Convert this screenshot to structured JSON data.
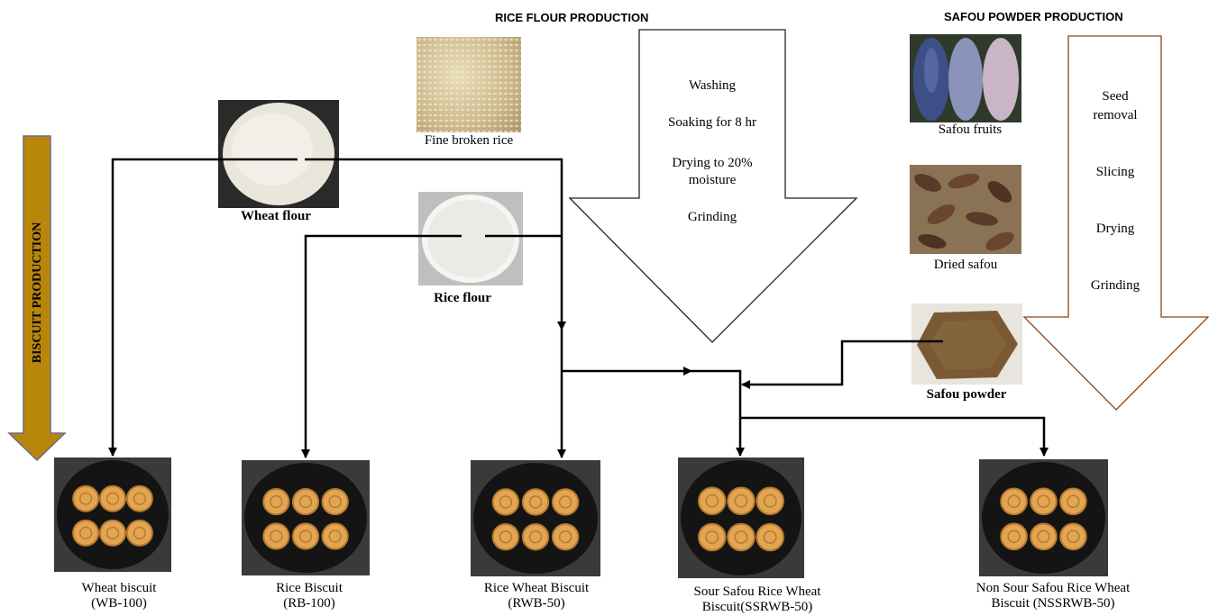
{
  "headers": {
    "rice_flour": "RICE FLOUR PRODUCTION",
    "safou_powder": "SAFOU POWDER PRODUCTION",
    "biscuit": "BISCUIT PRODUCTION"
  },
  "ingredients": {
    "fine_broken_rice": "Fine broken rice",
    "wheat_flour": "Wheat flour",
    "rice_flour": "Rice flour",
    "safou_fruits": "Safou fruits",
    "dried_safou": "Dried safou",
    "safou_powder": "Safou powder"
  },
  "rice_steps": {
    "washing": "Washing",
    "soaking": "Soaking for 8 hr",
    "drying_1": "Drying to 20%",
    "drying_2": "moisture",
    "grinding": "Grinding"
  },
  "safou_steps": {
    "seed_1": "Seed",
    "seed_2": "removal",
    "slicing": "Slicing",
    "drying": "Drying",
    "grinding": "Grinding"
  },
  "biscuits": [
    {
      "line1": "Wheat biscuit",
      "line2": "(WB-100)"
    },
    {
      "line1": "Rice Biscuit",
      "line2": "(RB-100)"
    },
    {
      "line1": "Rice Wheat Biscuit",
      "line2": "(RWB-50)"
    },
    {
      "line1": "Sour Safou Rice Wheat",
      "line2": "Biscuit(SSRWB-50)"
    },
    {
      "line1": "Non Sour Safou Rice Wheat",
      "line2": "Biscuit (NSSRWB-50)"
    }
  ],
  "colors": {
    "biscuit_arrow": "#b8860b",
    "safou_arrow_stroke": "#8b4513",
    "plate": "#141414",
    "biscuit": "#e2a652"
  }
}
